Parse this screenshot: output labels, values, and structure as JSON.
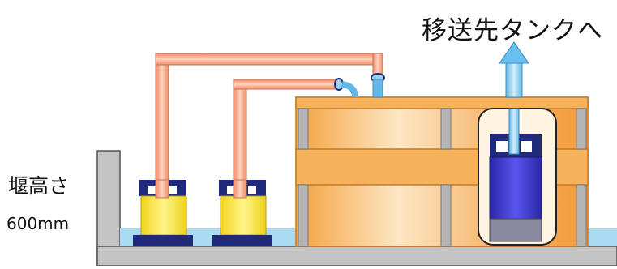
{
  "labels": {
    "destination": "移送先タンクへ",
    "weir_height": "堰高さ",
    "weir_value": "600mm"
  },
  "colors": {
    "pipe": "#f4a37f",
    "pipe_edge": "#c8755a",
    "tank_light": "#fde3bf",
    "tank_dark": "#f39d3c",
    "pump_yellow": "#f7e64a",
    "pump_navy": "#1f2a7a",
    "water": "#9ed3ef",
    "flow_arrow": "#5ab4e6",
    "concrete": "#c8c8c8",
    "column": "#b0b0b0",
    "submersible_pump": "#3a35c8"
  }
}
